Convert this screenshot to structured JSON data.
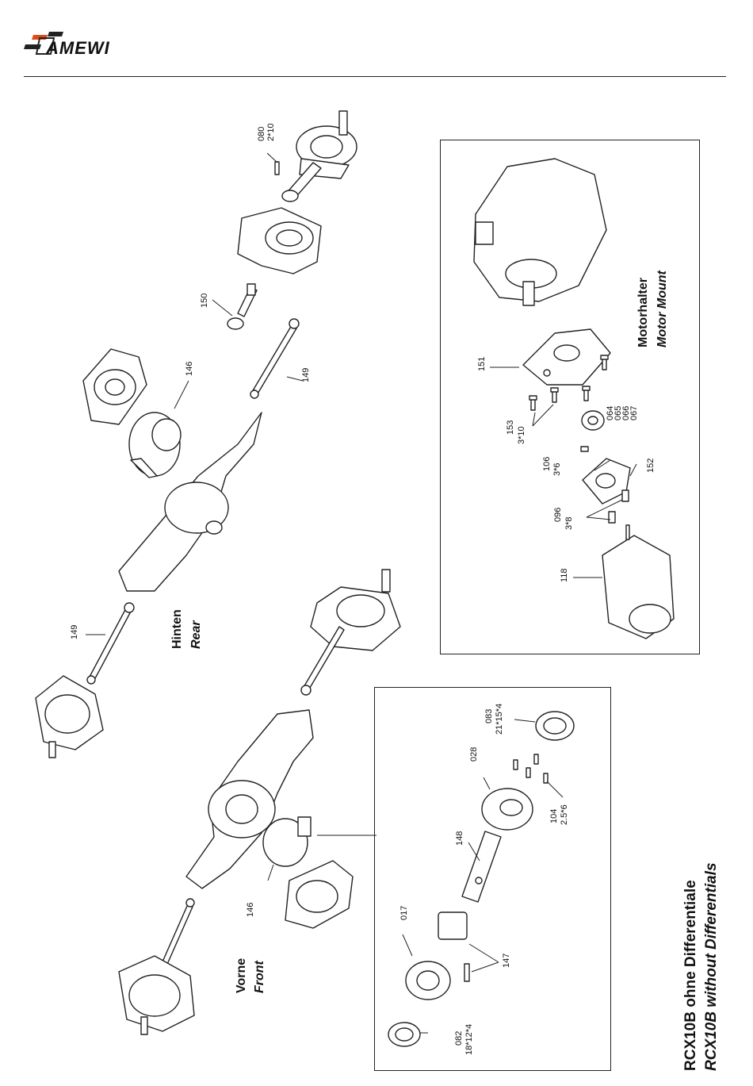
{
  "brand": {
    "logo_text": "AMEWI"
  },
  "rear": {
    "title_de": "Hinten",
    "title_en": "Rear",
    "parts": {
      "p080": "080",
      "p080_spec": "2*10",
      "p146": "146",
      "p150": "150",
      "p149a": "149",
      "p149b": "149"
    }
  },
  "front": {
    "title_de": "Vorne",
    "title_en": "Front",
    "parts": {
      "p146": "146"
    }
  },
  "motor_mount": {
    "title_de": "Motorhalter",
    "title_en": "Motor Mount",
    "parts": {
      "p151": "151",
      "p153": "153",
      "p153_spec": "3*10",
      "pinions": [
        "064",
        "065",
        "066",
        "067"
      ],
      "p106": "106",
      "p106_spec": "3*6",
      "p152": "152",
      "p096": "096",
      "p096_spec": "3*8",
      "p118": "118"
    }
  },
  "diff_detail": {
    "parts": {
      "p083": "083",
      "p083_spec": "21*15*4",
      "p028": "028",
      "p104": "104",
      "p104_spec": "2.5*6",
      "p148": "148",
      "p017": "017",
      "p147": "147",
      "p082": "082",
      "p082_spec": "18*12*4"
    }
  },
  "footer": {
    "line_de": "RCX10B ohne Differentiale",
    "line_en": "RCX10B without Differentials"
  }
}
